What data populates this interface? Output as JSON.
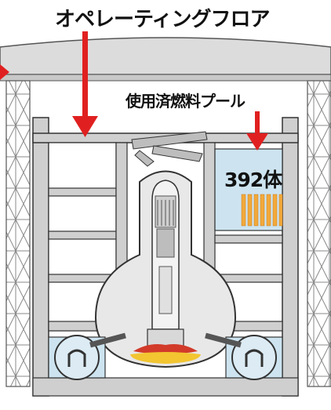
{
  "labels": {
    "operating_floor": "オペレーティングフロア",
    "spent_fuel_pool": "使用済燃料プール",
    "fuel_count": "392体"
  },
  "colors": {
    "arrow": "#e02020",
    "building_wall": "#d2d2d2",
    "building_outline": "#333333",
    "pool_water": "#cde4f0",
    "fuel_rods": "#f2a93b",
    "reactor_interior": "#e8e8e8",
    "molten_debris": "#f2c531",
    "debris_edge": "#d23a2a"
  },
  "icons": {
    "arrow": "down-arrow-icon"
  }
}
